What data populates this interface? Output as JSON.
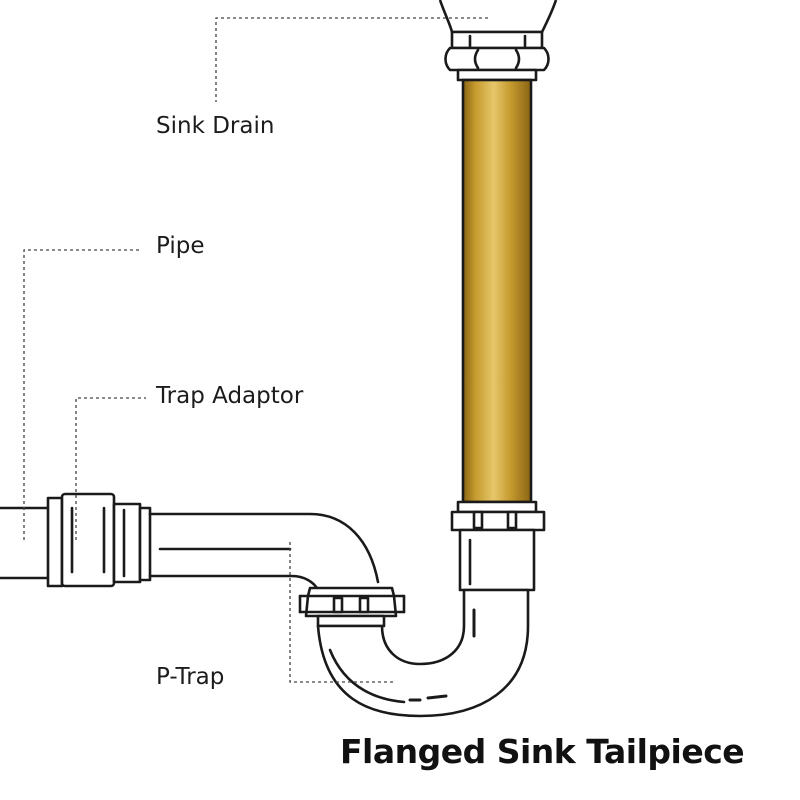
{
  "labels": {
    "sink_drain": "Sink Drain",
    "pipe": "Pipe",
    "trap_adaptor": "Trap Adaptor",
    "p_trap": "P-Trap"
  },
  "title": "Flanged Sink Tailpiece",
  "colors": {
    "brass_light": "#d8b44e",
    "brass_mid": "#c59a2e",
    "brass_dark": "#8a6414",
    "outline": "#1a1a1a"
  }
}
